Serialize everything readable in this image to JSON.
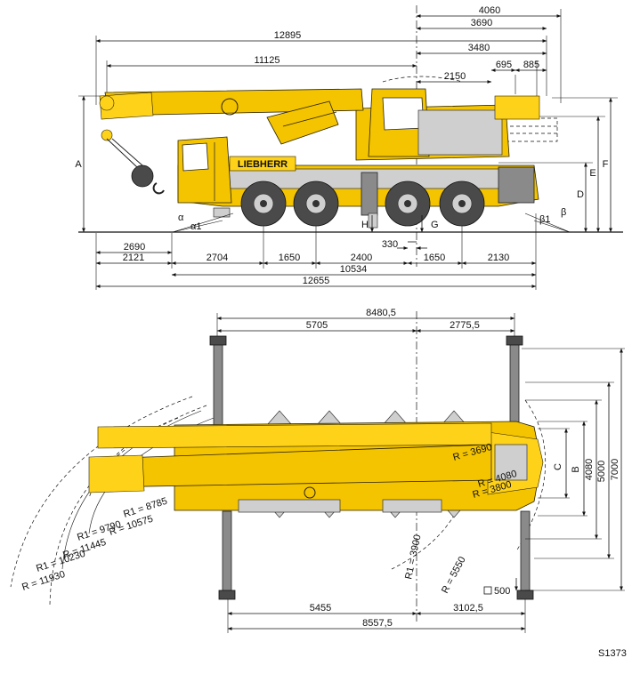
{
  "side_view": {
    "top_dims": [
      "4060",
      "3690",
      "12895",
      "3480",
      "695",
      "885",
      "11125",
      "2150"
    ],
    "bottom_dims": [
      "2690",
      "2121",
      "2704",
      "1650",
      "2400",
      "1650",
      "2130",
      "10534",
      "12655"
    ],
    "small_dim": "330",
    "height_labels": [
      "A",
      "D",
      "E",
      "F"
    ],
    "angle_labels": [
      "α",
      "α1",
      "β1",
      "β"
    ],
    "point_labels": [
      "H",
      "G"
    ],
    "brand": "LIEBHERR"
  },
  "top_view": {
    "top_dims": [
      "8480,5",
      "5705",
      "2775,5"
    ],
    "bottom_dims": [
      "5455",
      "3102,5",
      "8557,5"
    ],
    "right_dims": [
      "C",
      "B",
      "4080",
      "5000",
      "7000"
    ],
    "radii_boom": [
      "R1 = 8785",
      "R = 10575",
      "R1 = 9790",
      "R = 11445",
      "R1 = 10230",
      "R = 11930"
    ],
    "radii_rear": [
      "R = 3690",
      "R = 4080",
      "R = 3800"
    ],
    "radii_vertical": [
      "R1 = 3900",
      "R = 5550"
    ],
    "outrigger_pad": "500"
  },
  "figure_code": "S1373"
}
